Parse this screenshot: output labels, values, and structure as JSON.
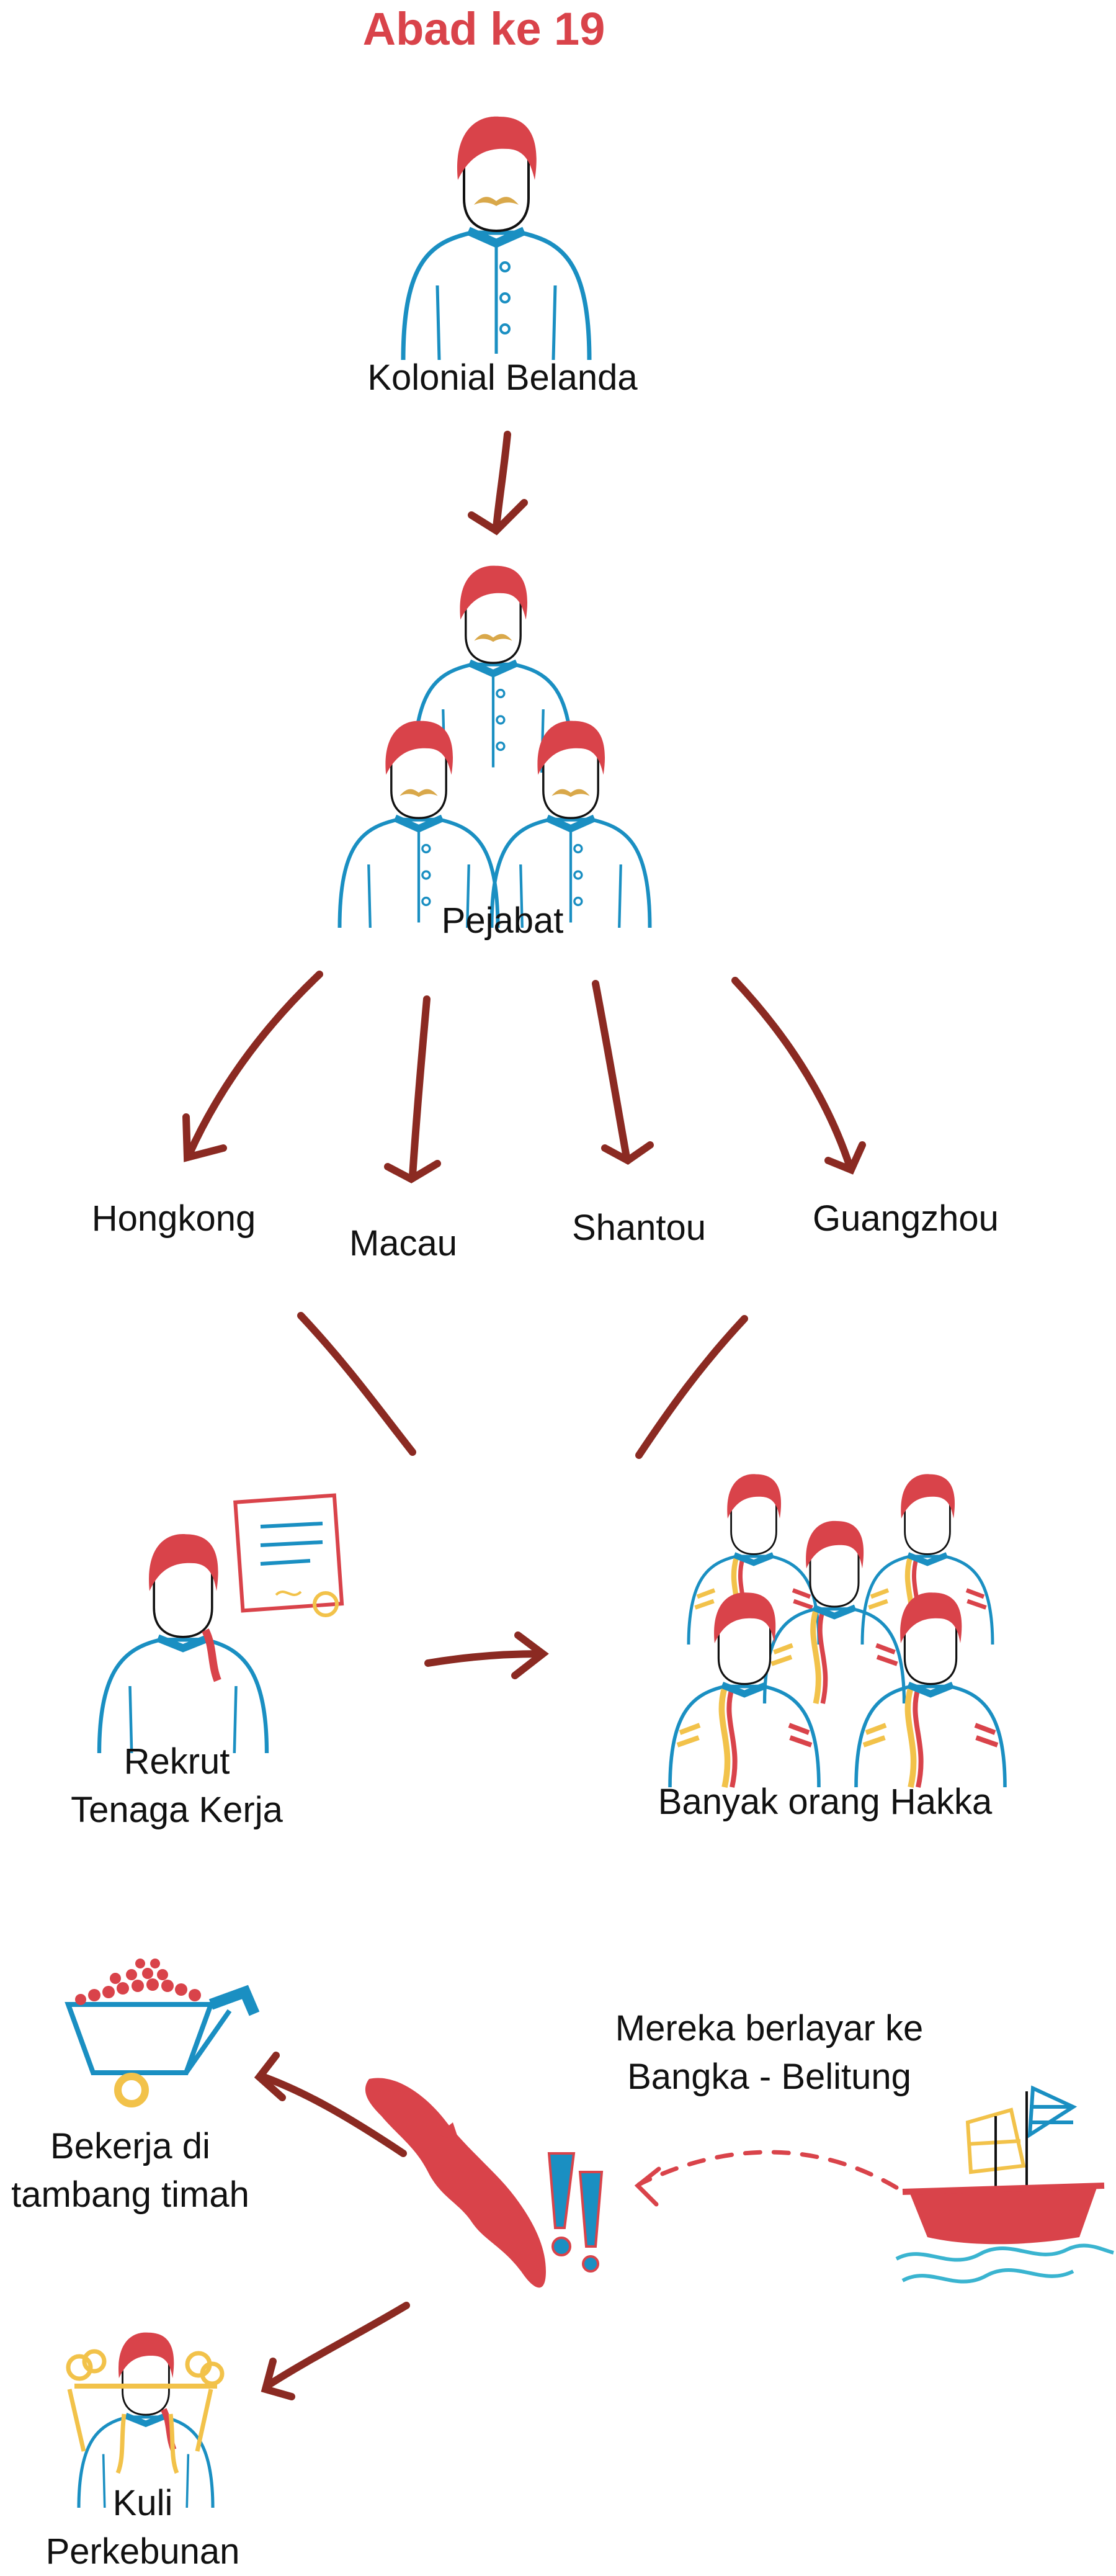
{
  "title": "Abad ke 19",
  "nodes": {
    "kolonial": "Kolonial Belanda",
    "pejabat": "Pejabat",
    "hongkong": "Hongkong",
    "macau": "Macau",
    "shantou": "Shantou",
    "guangzhou": "Guangzhou",
    "rekrut_line1": "Rekrut",
    "rekrut_line2": "Tenaga Kerja",
    "hakka": "Banyak orang Hakka",
    "berlayar_line1": "Mereka berlayar ke",
    "berlayar_line2": "Bangka - Belitung",
    "tambang_line1": "Bekerja di",
    "tambang_line2": "tambang timah",
    "kuli_line1": "Kuli",
    "kuli_line2": "Perkebunan"
  },
  "colors": {
    "title": "#d9434a",
    "hair": "#d9434a",
    "shirt": "#1a8fc2",
    "mustache": "#d9a84a",
    "arrow": "#8b2a22",
    "island": "#d9434a",
    "accent_yellow": "#f2c24a",
    "text": "#111111"
  },
  "icons": [
    "official-person-icon",
    "worker-person-icon",
    "certificate-icon",
    "mining-cart-icon",
    "island-map-icon",
    "exclamation-icon",
    "junk-ship-icon",
    "basket-carrier-icon"
  ]
}
